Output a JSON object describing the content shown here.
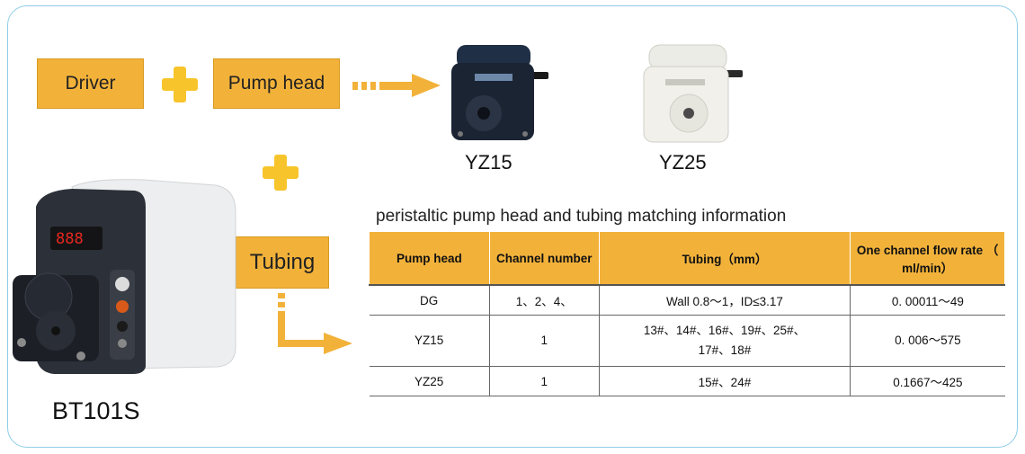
{
  "flow": {
    "driver_label": "Driver",
    "pump_head_label": "Pump head",
    "tubing_label": "Tubing"
  },
  "products": {
    "head1": "YZ15",
    "head2": "YZ25",
    "driver_model": "BT101S",
    "display_digits": "888"
  },
  "table": {
    "title": "peristaltic pump head and tubing matching information",
    "headers": [
      "Pump head",
      "Channel number",
      "Tubing（mm）",
      "One channel flow rate （ ml/min）"
    ],
    "rows": [
      [
        "DG",
        "1、2、4、",
        "Wall 0.8～1，ID≤3.17",
        "0. 00011～49"
      ],
      [
        "YZ15",
        "1",
        "13#、14#、16#、19#、25#、 17#、18#",
        "0. 006～575"
      ],
      [
        "YZ25",
        "1",
        "15#、24#",
        "0.1667～425"
      ]
    ]
  },
  "colors": {
    "accent": "#f2b23a",
    "plus": "#f7c52b",
    "border": "#8fcde8"
  }
}
